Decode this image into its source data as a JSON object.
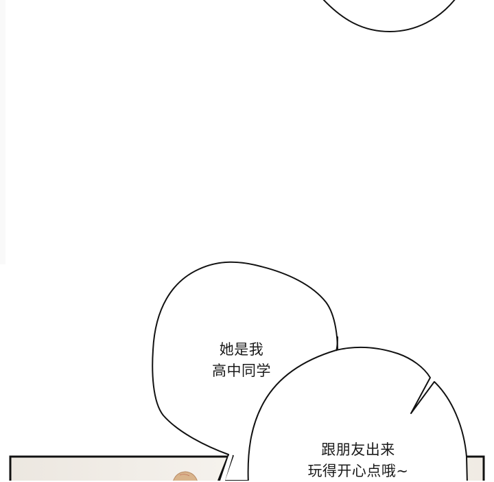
{
  "page": {
    "type": "manga-panel",
    "background": "#ffffff"
  },
  "bubbles": {
    "top": {
      "lines": []
    },
    "middle": {
      "lines": [
        "她是我",
        "高中同学"
      ]
    },
    "lower": {
      "lines": [
        "跟朋友出来",
        "玩得开心点哦~"
      ]
    }
  },
  "panel": {
    "border_color": "#111111",
    "fill_color": "#f1ece5",
    "hair_color": "#d9b48c"
  }
}
